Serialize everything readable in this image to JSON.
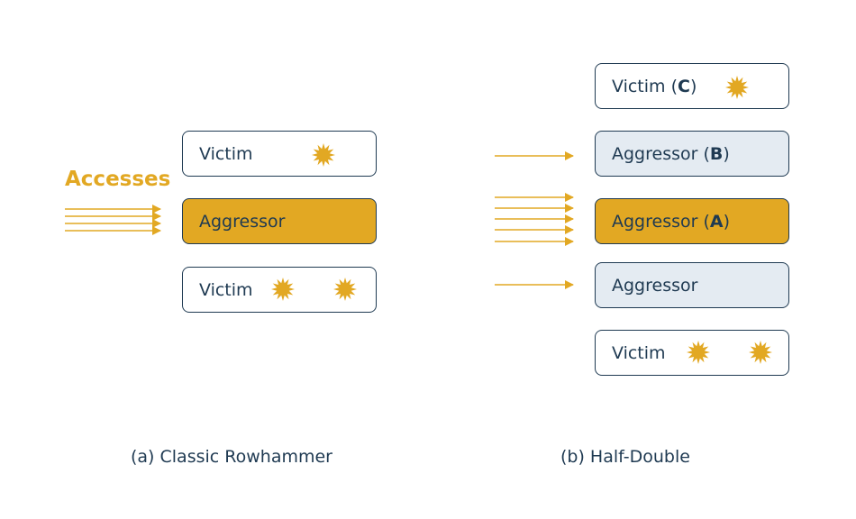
{
  "accent_color": "#e2a823",
  "text_color": "#1f3a52",
  "left": {
    "accesses_label": "Accesses",
    "rows": [
      {
        "label": "Victim"
      },
      {
        "label": "Aggressor"
      },
      {
        "label": "Victim"
      }
    ],
    "caption": "(a) Classic Rowhammer"
  },
  "right": {
    "rows": [
      {
        "prefix": "Victim (",
        "bold": "C",
        "suffix": ")"
      },
      {
        "prefix": "Aggressor (",
        "bold": "B",
        "suffix": ")"
      },
      {
        "prefix": "Aggressor (",
        "bold": "A",
        "suffix": ")"
      },
      {
        "label": "Aggressor"
      },
      {
        "label": "Victim"
      }
    ],
    "caption": "(b) Half-Double"
  },
  "burst_icon": "bit-flip-burst-icon"
}
